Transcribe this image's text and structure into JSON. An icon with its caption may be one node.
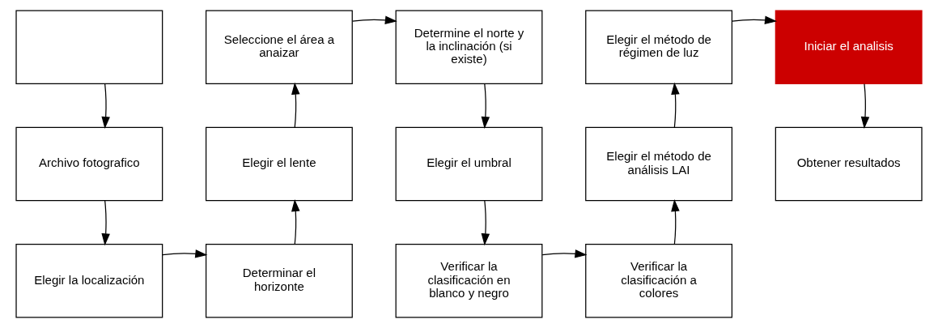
{
  "diagram": {
    "nodes": [
      {
        "text": [],
        "shape": "box"
      },
      {
        "text": [
          "Archivo fotografico"
        ]
      },
      {
        "text": [
          "Elegir la localización"
        ]
      },
      {
        "text": [
          "Determinar el horizonte"
        ]
      },
      {
        "text": [
          "Elegir el lente"
        ]
      },
      {
        "text": [
          "Seleccione el área a anaizar"
        ]
      },
      {
        "text": [
          "Determine el norte y la inclinación (si existe)"
        ]
      },
      {
        "text": [
          "Elegir el umbral"
        ]
      },
      {
        "text": [
          "Verificar la clasificación en blanco y negro"
        ]
      },
      {
        "text": [
          "Verificar la clasificación a colores"
        ]
      },
      {
        "text": [
          "Elegir el método de análisis LAI"
        ]
      },
      {
        "text": [
          "Elegir el método de régimen de luz"
        ]
      },
      {
        "text": [
          "Iniciar el analisis"
        ]
      },
      {
        "text": [
          "Obtener resultados"
        ]
      }
    ],
    "edges": [
      {
        "from": 0,
        "to": 1,
        "arrow": "to"
      },
      {
        "from": 1,
        "to": 2,
        "arrow": "to"
      },
      {
        "from": 2,
        "to": 3,
        "arrow": "to"
      },
      {
        "from": 3,
        "to": 4,
        "arrow": "to"
      },
      {
        "from": 4,
        "to": 5,
        "arrow": "to"
      },
      {
        "from": 5,
        "to": 6,
        "arrow": "to"
      },
      {
        "from": 6,
        "to": 7,
        "arrow": "to"
      },
      {
        "from": 7,
        "to": 8,
        "arrow": "to"
      },
      {
        "from": 8,
        "to": 9,
        "arrow": "to"
      },
      {
        "from": 9,
        "to": 10,
        "arrow": "to"
      },
      {
        "from": 10,
        "to": 11,
        "arrow": "to"
      },
      {
        "from": 11,
        "to": 12,
        "arrow": "to"
      },
      {
        "from": 12,
        "to": 13,
        "arrow": "to"
      }
    ]
  }
}
